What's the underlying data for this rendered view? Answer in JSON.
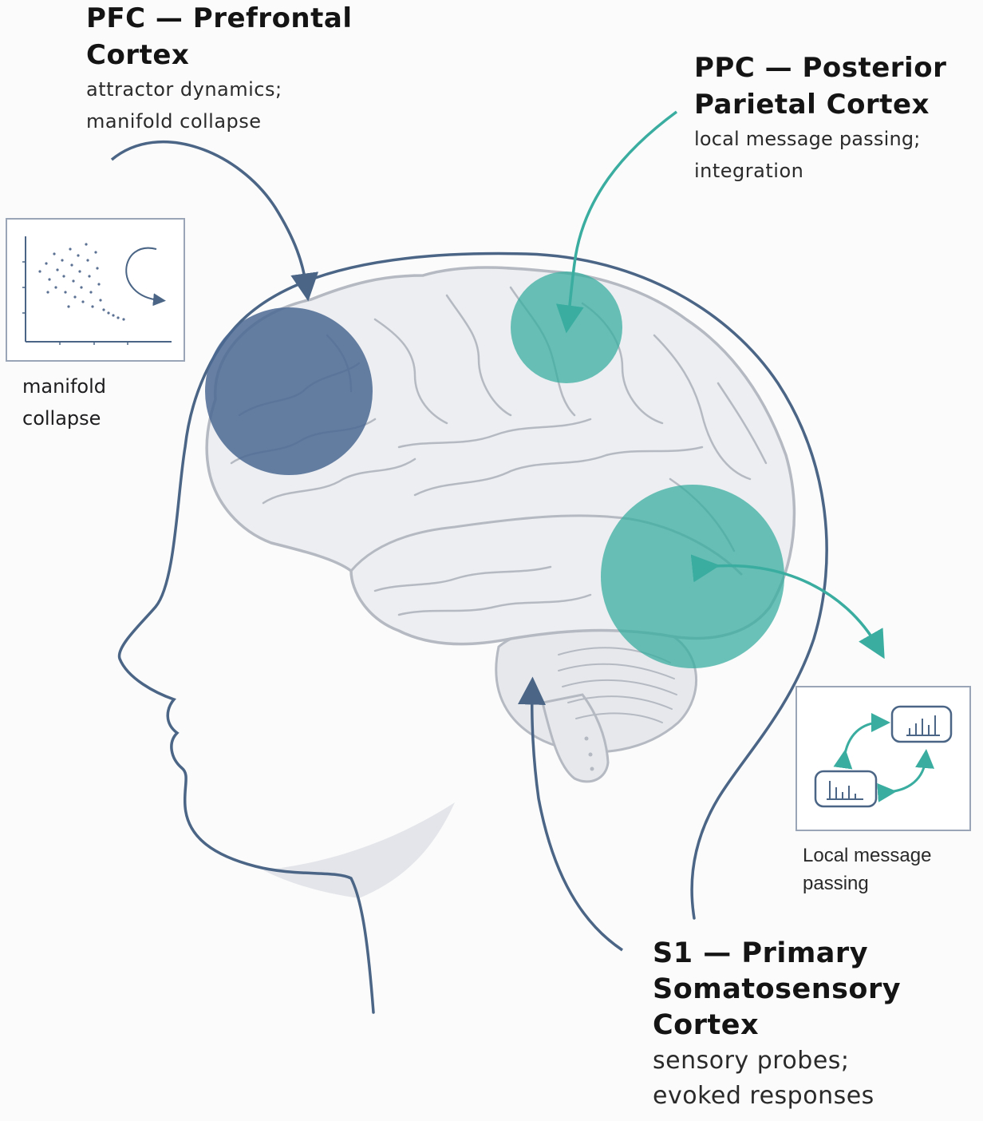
{
  "regions": {
    "pfc": {
      "title_line1": "PFC — Prefrontal",
      "title_line2": "Cortex",
      "desc_line1": "attractor dynamics;",
      "desc_line2": "manifold collapse",
      "color": "#4b6893"
    },
    "ppc": {
      "title_line1": "PPC — Posterior",
      "title_line2": "Parietal Cortex",
      "desc_line1": "local message passing;",
      "desc_line2": "integration",
      "color": "#3aada0"
    },
    "s1": {
      "title_line1": "S1 — Primary",
      "title_line2": "Somatosensory",
      "title_line3": "Cortex",
      "desc_line1": "sensory probes;",
      "desc_line2": "evoked responses",
      "color": "#3aada0"
    }
  },
  "insets": {
    "manifold": {
      "caption_line1": "manifold",
      "caption_line2": "collapse"
    },
    "message": {
      "caption_line1": "Local message",
      "caption_line2": "passing"
    }
  },
  "colors": {
    "outline": "#4a6585",
    "teal": "#3aada0",
    "brain_fill": "#eceef1",
    "brain_stroke": "#b5bac2"
  }
}
